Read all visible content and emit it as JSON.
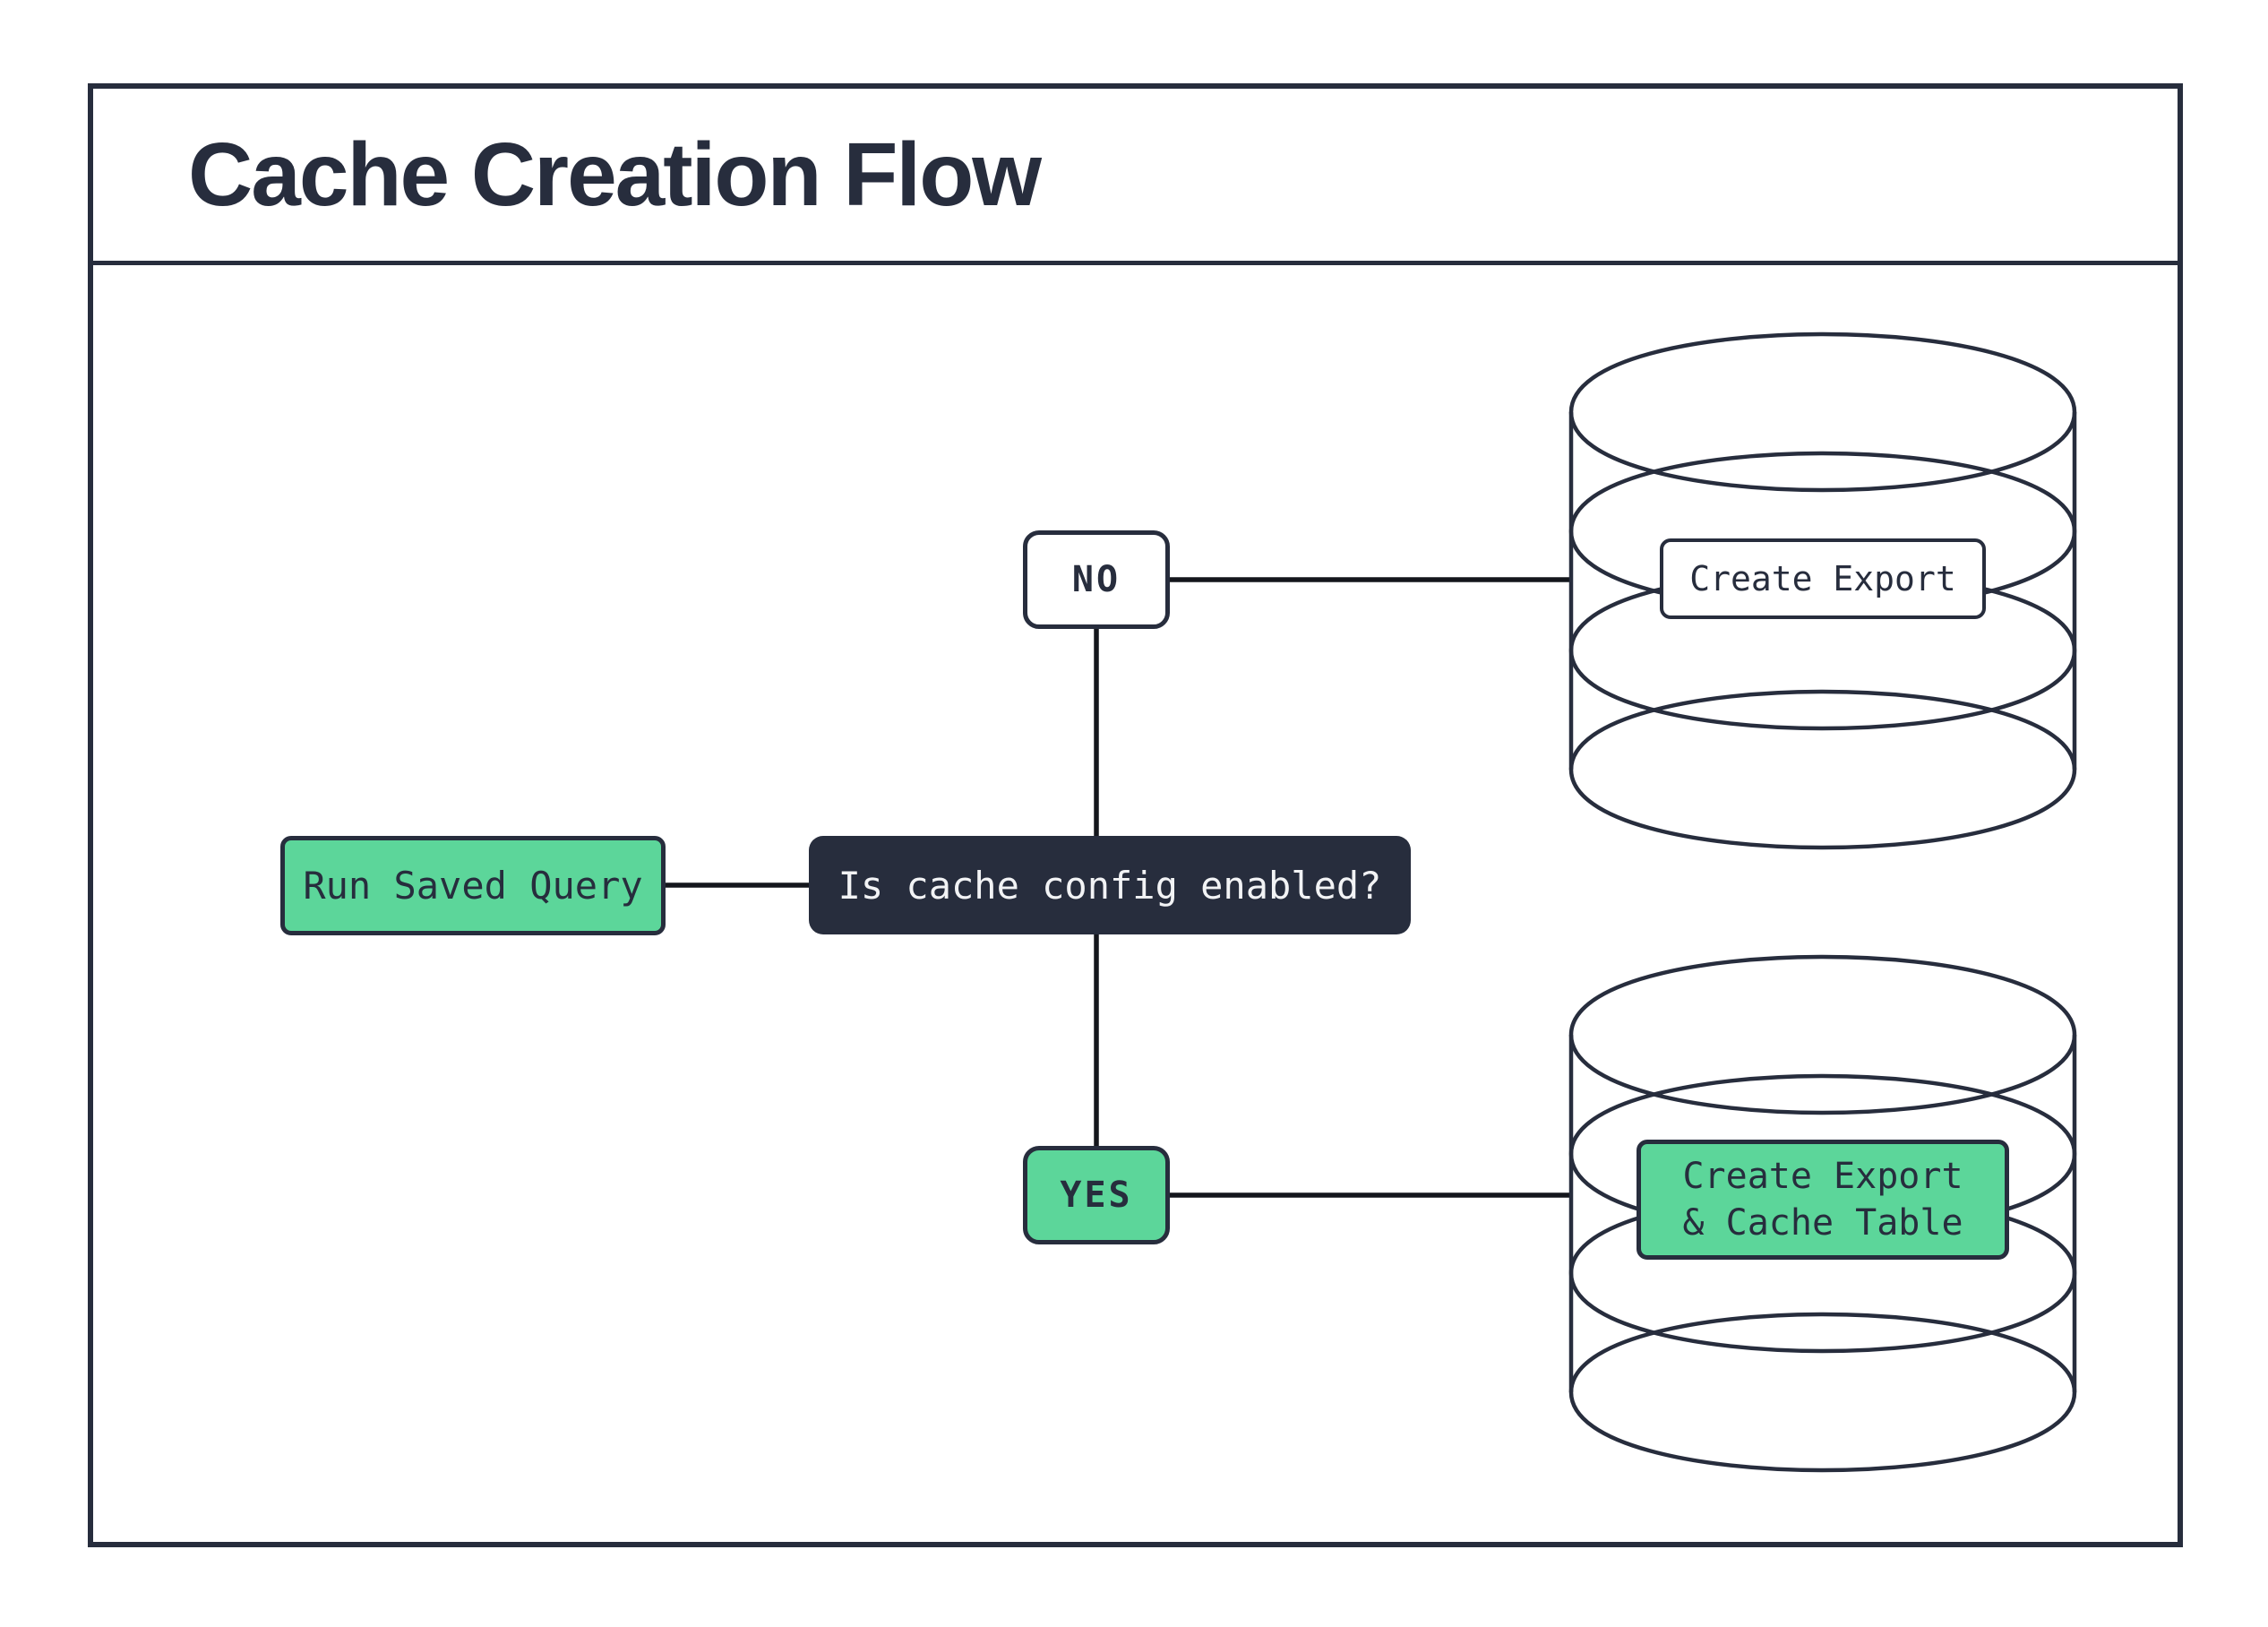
{
  "title": "Cache Creation Flow",
  "colors": {
    "navy": "#272D3D",
    "green": "#5CD69A",
    "wire": "#14161C",
    "paper": "#FFFFFF",
    "decision_text": "#F2F3F5"
  },
  "nodes": {
    "start": {
      "label": "Run Saved Query"
    },
    "decision": {
      "label": "Is cache config enabled?"
    },
    "branch_no": {
      "label": "NO"
    },
    "branch_yes": {
      "label": "YES"
    },
    "no_result": {
      "label": "Create Export"
    },
    "yes_result": {
      "line1": "Create Export",
      "line2": "& Cache Table"
    }
  }
}
